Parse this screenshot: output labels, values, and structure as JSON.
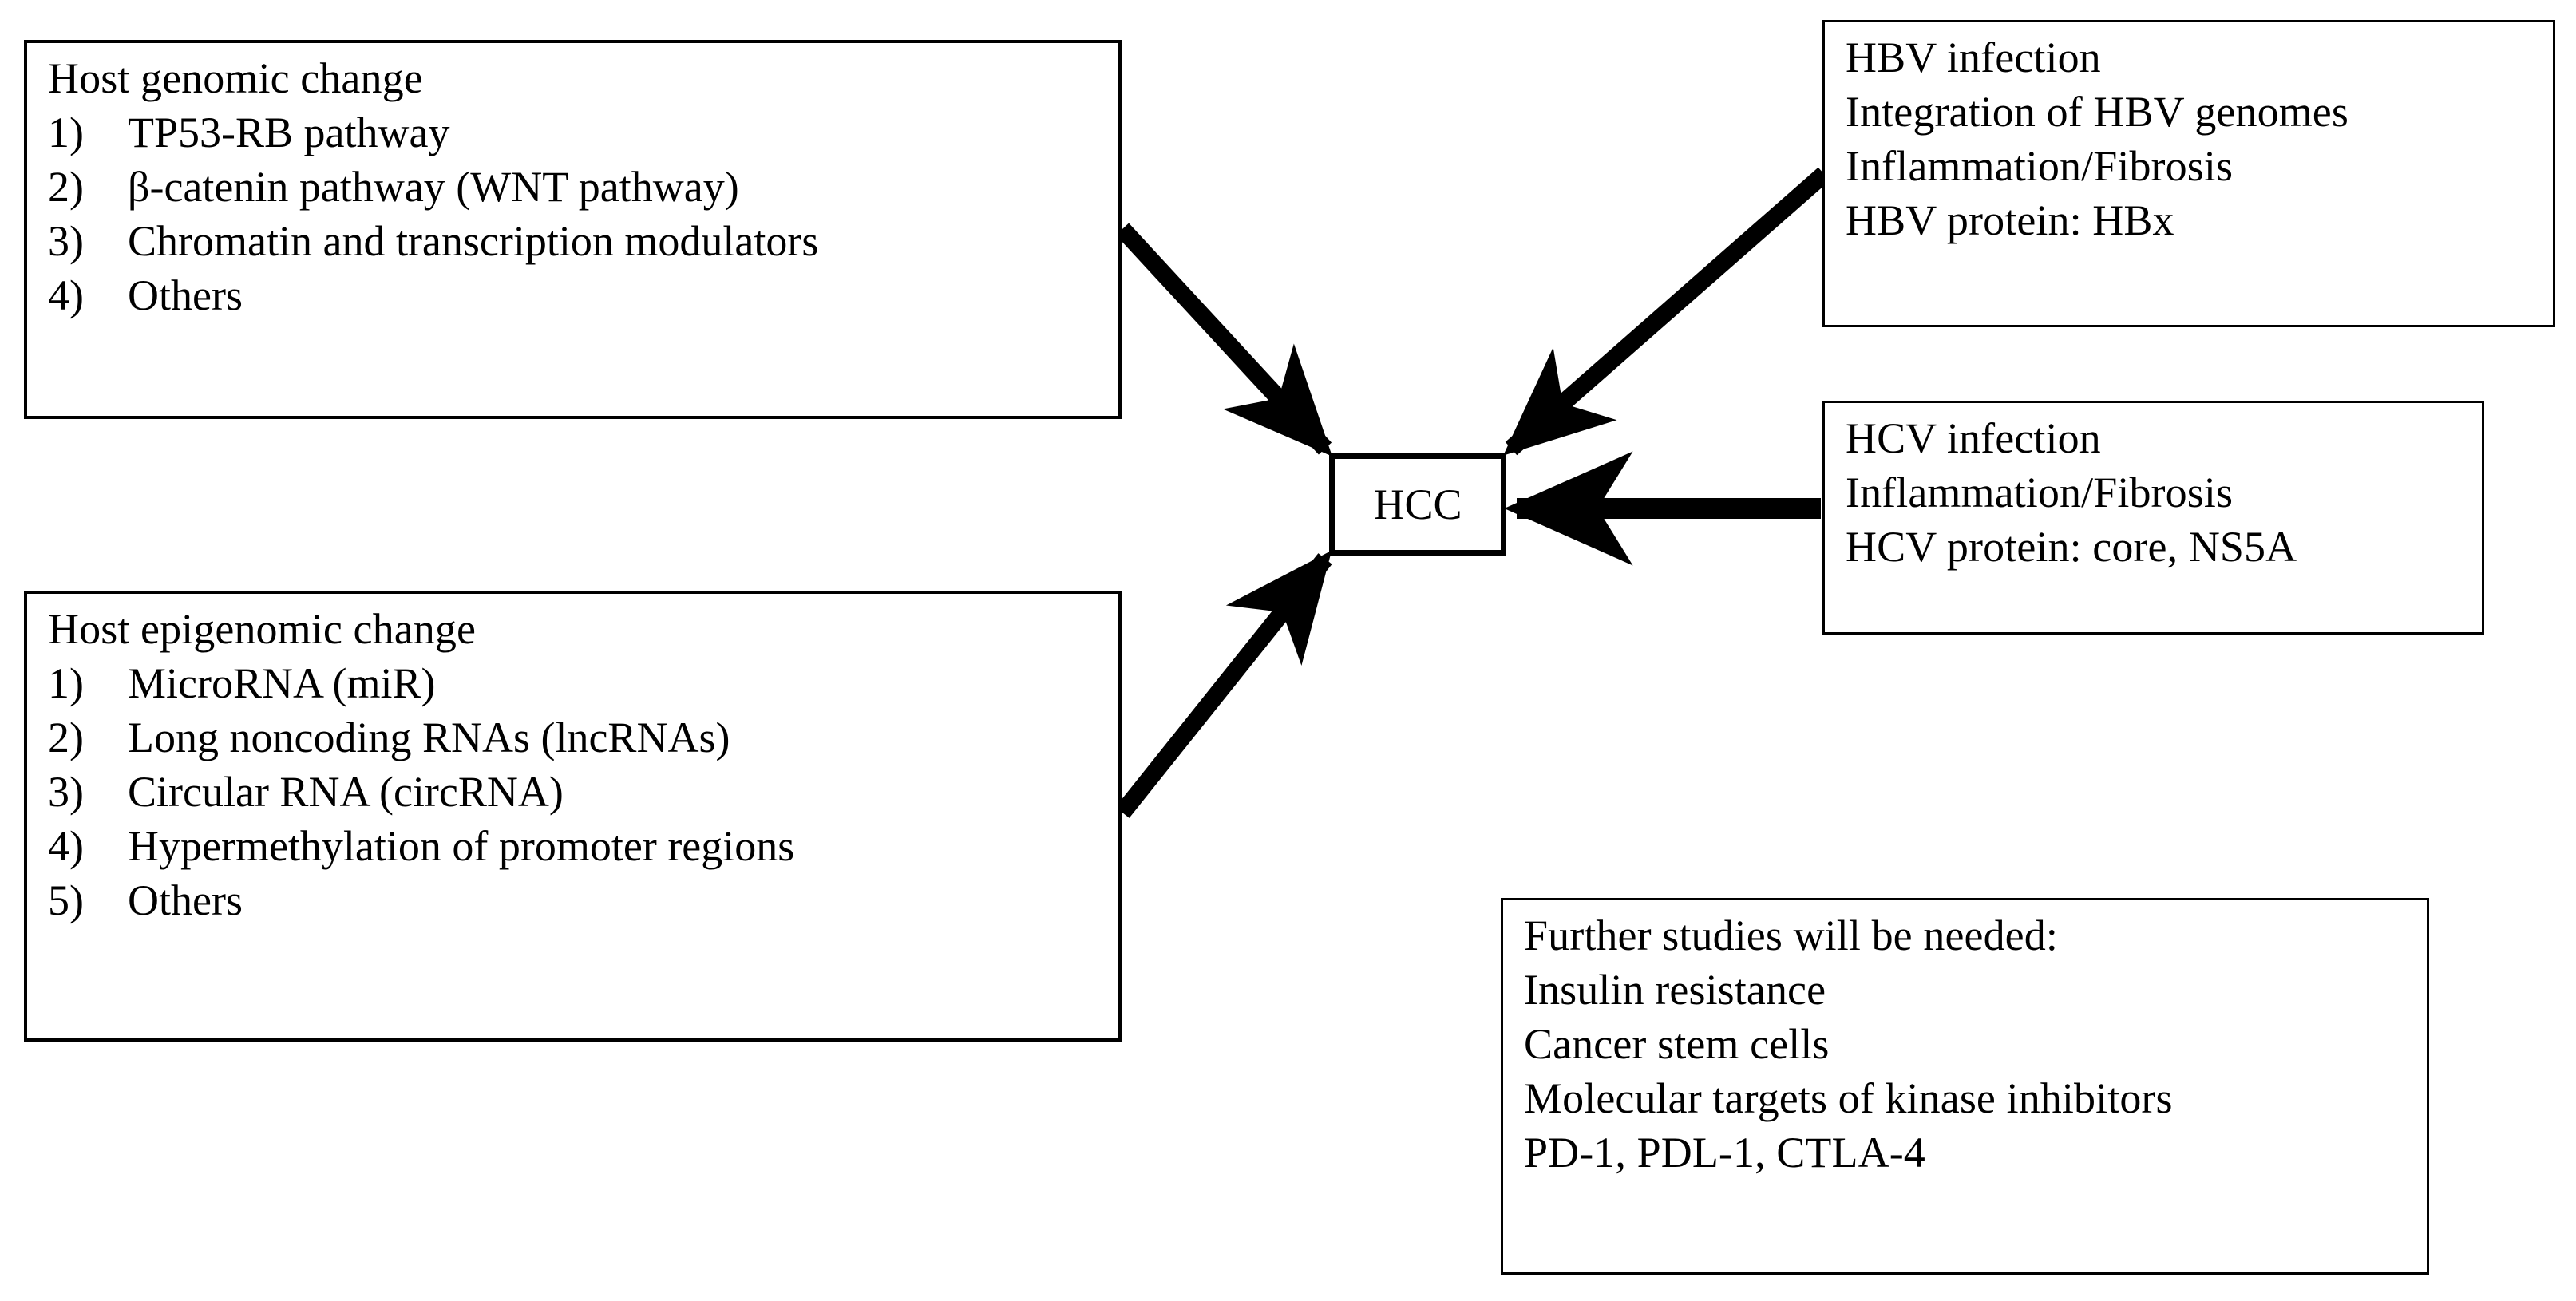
{
  "diagram": {
    "title_node": {
      "label": "HCC"
    },
    "boxes": {
      "genomic": {
        "heading": "Host genomic change",
        "items": [
          {
            "num": "1)",
            "text": "TP53-RB pathway"
          },
          {
            "num": "2)",
            "text": "β-catenin pathway (WNT pathway)"
          },
          {
            "num": "3)",
            "text": "Chromatin and transcription modulators"
          },
          {
            "num": "4)",
            "text": "Others"
          }
        ]
      },
      "epigenomic": {
        "heading": "Host epigenomic change",
        "items": [
          {
            "num": "1)",
            "text": "MicroRNA (miR)"
          },
          {
            "num": "2)",
            "text": "Long noncoding RNAs (lncRNAs)"
          },
          {
            "num": "3)",
            "text": "Circular RNA (circRNA)"
          },
          {
            "num": "4)",
            "text": "Hypermethylation of promoter regions"
          },
          {
            "num": "5)",
            "text": "Others"
          }
        ]
      },
      "hbv": {
        "lines": [
          "HBV infection",
          "Integration of HBV genomes",
          "Inflammation/Fibrosis",
          "HBV protein: HBx"
        ]
      },
      "hcv": {
        "lines": [
          "HCV infection",
          "Inflammation/Fibrosis",
          "HCV protein: core, NS5A"
        ]
      },
      "further": {
        "lines": [
          "Further studies will be needed:",
          "Insulin resistance",
          "Cancer stem cells",
          "Molecular targets of kinase inhibitors",
          "PD-1, PDL-1, CTLA-4"
        ]
      }
    },
    "arrows": [
      {
        "name": "genomic-to-hcc",
        "from": "genomic",
        "to": "hcc"
      },
      {
        "name": "epigenomic-to-hcc",
        "from": "epigenomic",
        "to": "hcc"
      },
      {
        "name": "hbv-to-hcc",
        "from": "hbv",
        "to": "hcc"
      },
      {
        "name": "hcv-to-hcc",
        "from": "hcv",
        "to": "hcc"
      }
    ],
    "colors": {
      "stroke": "#000000",
      "background": "#ffffff"
    }
  }
}
